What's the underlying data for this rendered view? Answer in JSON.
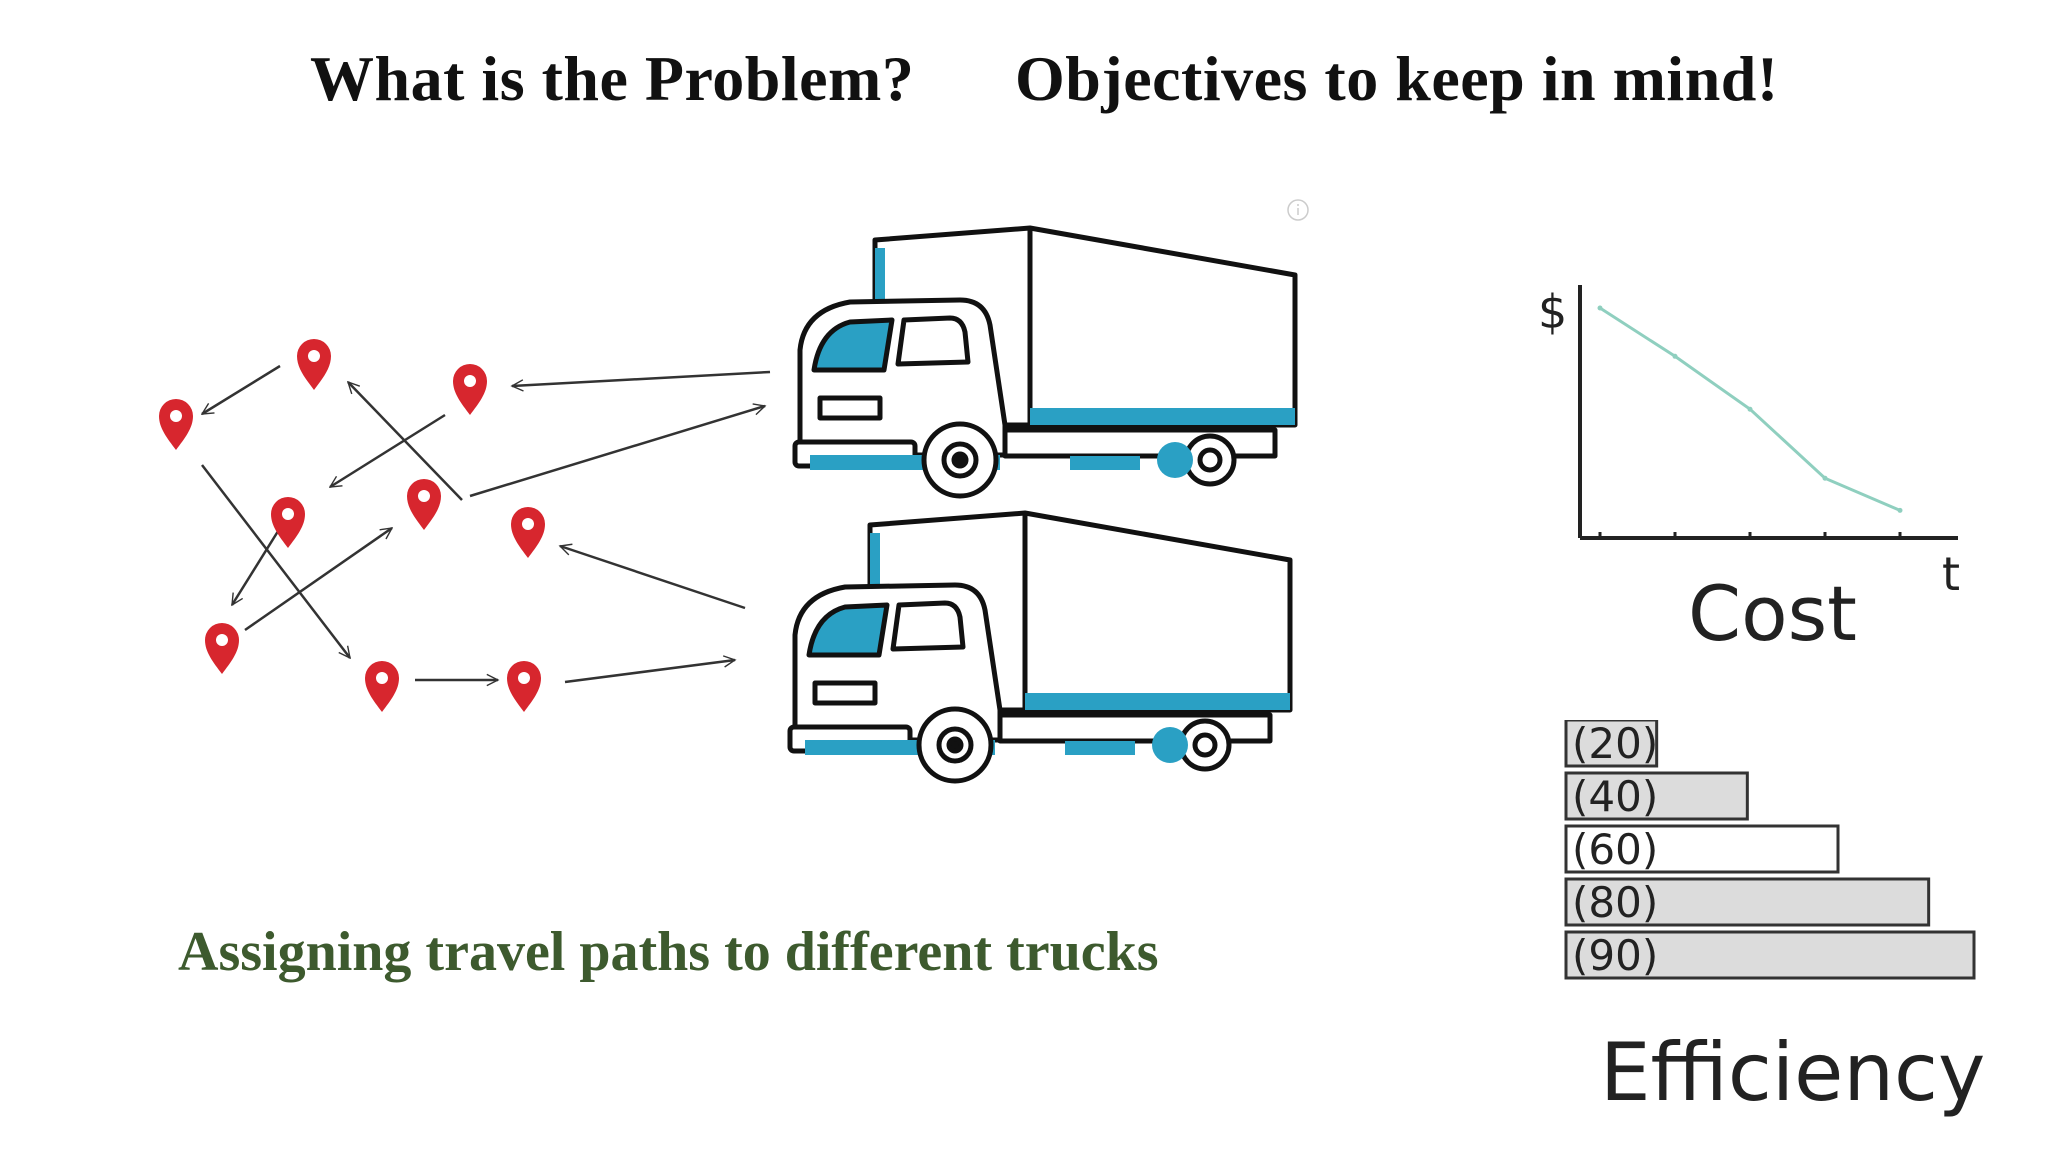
{
  "headings": {
    "problem": "What is the Problem?",
    "objectives": "Objectives to keep in mind!"
  },
  "subtitle": "Assigning travel paths to different trucks",
  "icons": [
    "map-pin-icon",
    "truck-icon",
    "info-icon"
  ],
  "colors": {
    "pin": "#d7262e",
    "truck_accent": "#2aa0c4",
    "subtitle": "#3d5a2e",
    "cost_line": "#8fcfbf"
  },
  "chart_data": [
    {
      "type": "line",
      "title": "Cost",
      "xlabel": "t",
      "ylabel": "$",
      "x": [
        1,
        2,
        3,
        4,
        5
      ],
      "y": [
        10,
        7.9,
        5.6,
        2.6,
        1.2
      ],
      "ylim": [
        0,
        11
      ],
      "grid": false
    },
    {
      "type": "bar",
      "orientation": "horizontal",
      "title": "Efficiency",
      "categories": [
        "(20)",
        "(40)",
        "(60)",
        "(80)",
        "(90)"
      ],
      "values": [
        20,
        40,
        60,
        80,
        90
      ],
      "xlim": [
        0,
        90
      ]
    }
  ]
}
